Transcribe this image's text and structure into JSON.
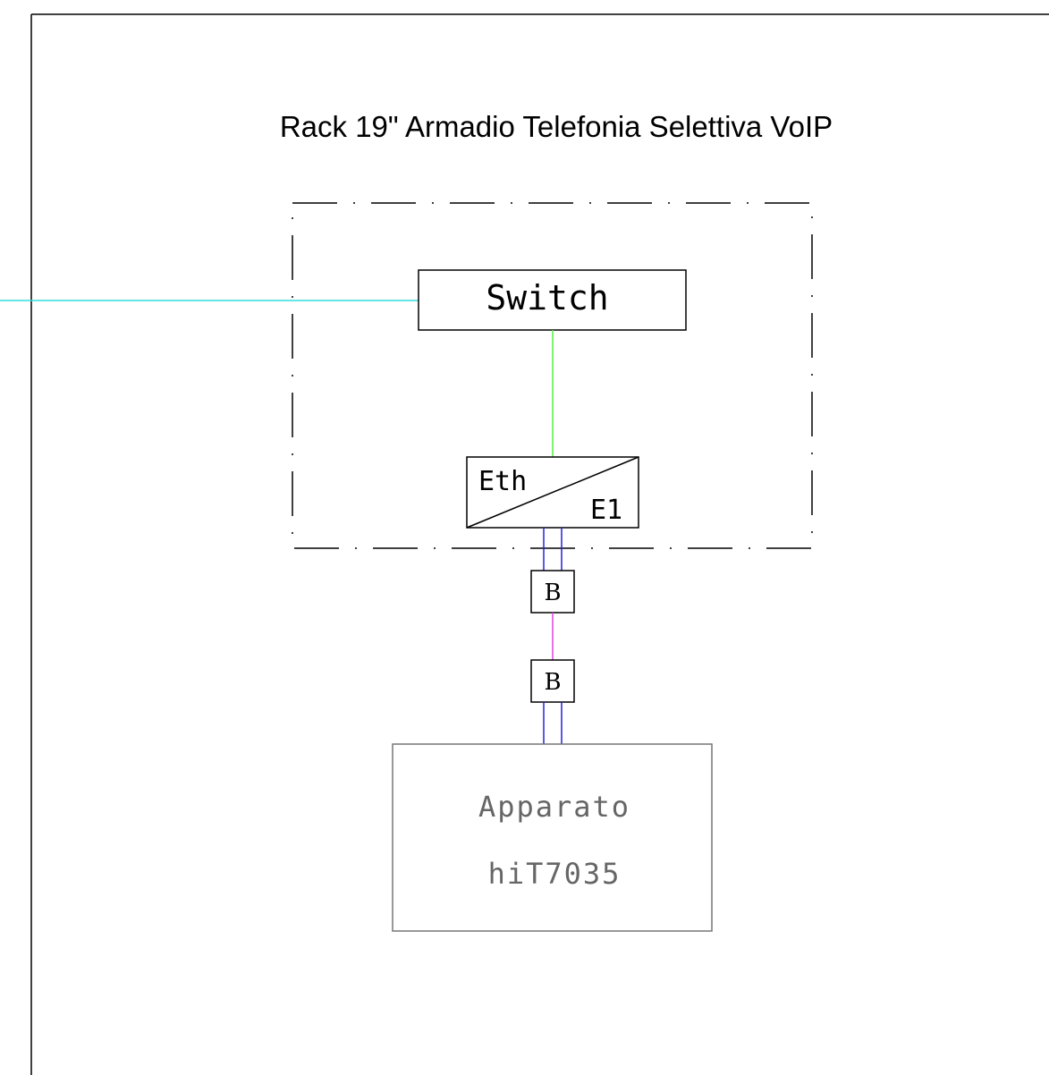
{
  "title": "Rack 19\" Armadio Telefonia Selettiva VoIP",
  "switch": {
    "label": "Switch"
  },
  "converter": {
    "top_label": "Eth",
    "bottom_label": "E1"
  },
  "breakouts": [
    {
      "label": "B"
    },
    {
      "label": "B"
    }
  ],
  "device": {
    "line1": "Apparato",
    "line2": "hiT7035"
  },
  "colors": {
    "lan_link": "#33dddd",
    "switch_to_converter": "#55ee44",
    "e1_pair": "#2222dd",
    "breakout_link": "#dd44dd",
    "device_border": "#777777",
    "device_text": "#666666"
  }
}
